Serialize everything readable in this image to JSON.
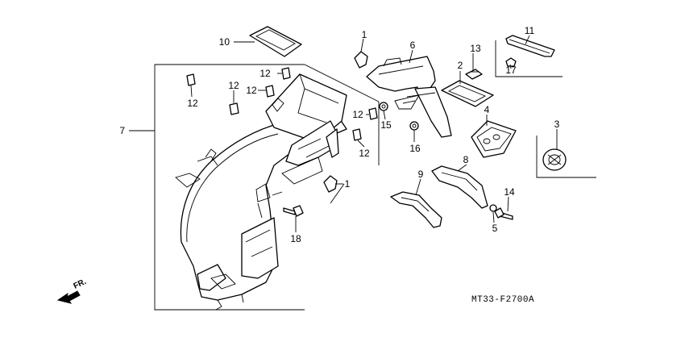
{
  "diagram": {
    "code": "MT33-F2700A",
    "direction_label": "FR.",
    "callouts": {
      "c1a": "1",
      "c1b": "1",
      "c2": "2",
      "c3": "3",
      "c4": "4",
      "c5": "5",
      "c6": "6",
      "c7": "7",
      "c8": "8",
      "c9": "9",
      "c10": "10",
      "c11": "11",
      "c12a": "12",
      "c12b": "12",
      "c12c": "12",
      "c12d": "12",
      "c12e": "12",
      "c12f": "12",
      "c13": "13",
      "c14": "14",
      "c15": "15",
      "c16": "16",
      "c17": "17",
      "c18": "18"
    }
  }
}
